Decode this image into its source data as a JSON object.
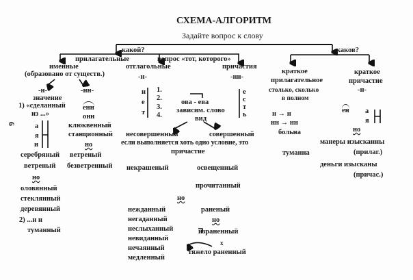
{
  "title": "СХЕМА-АЛГОРИТМ",
  "subtitle": "Задайте вопрос к слову",
  "page_number": "6",
  "q_kakoy": "какой?",
  "q_kakov": "каков?",
  "adj": {
    "label": "прилагательные",
    "named": "именные",
    "named_note": "(образовано от существ.)",
    "n": {
      "suffix": "-н-",
      "meaning": "значение",
      "item1": "1) «сделанный",
      "item1b": "из ...»",
      "a": "а",
      "ya": "я",
      "i": "и",
      "ex1": "серебряный",
      "ex2": "ветреный",
      "but": "но",
      "exc": [
        "оловянный",
        "стеклянный",
        "деревянный"
      ],
      "item2": "2) ...н н",
      "ex3": "туманный"
    },
    "nn": {
      "suffix": "-нн-",
      "enn": "енн",
      "onn": "онн",
      "ex": [
        "клюквенный",
        "станционный"
      ],
      "but": "но",
      "exc": [
        "ветреный",
        "безветренный"
      ]
    }
  },
  "verbal": {
    "question": "вопрос «тот, которого»",
    "label": "отглагольные",
    "suffix": "-н-",
    "net": [
      "н",
      "е",
      "т"
    ],
    "conditions": [
      "1.",
      "2.",
      "3.",
      "4."
    ],
    "ova": "ова - ева",
    "dep": "зависим. слово",
    "vid": "вид",
    "imperf": "несовершенный",
    "perf": "совершенный",
    "rule": "если выполняется хоть одно условие, это",
    "rule2": "причастие",
    "ex_left": "некрашеный",
    "ex_right": [
      "освещенный",
      "прочитанный"
    ],
    "but": "но",
    "exc": [
      "нежданный",
      "негаданный",
      "неслыханный",
      "невиданный",
      "нечаянный",
      "медленный"
    ],
    "ranen": "раненый",
    "but2": "но",
    "izranen": "израненный",
    "tyazh": "тяжело раненный",
    "x": "х"
  },
  "participles": {
    "label": "причастия",
    "suffix": "-нн-",
    "est": [
      "е",
      "с",
      "т",
      "ь"
    ]
  },
  "short_adj": {
    "label": "краткое",
    "label2": "прилагательное",
    "rule": "столько, сколько",
    "rule2": "в полном",
    "r1": "н → н",
    "r2": "нн → нн",
    "ex1": "больна",
    "ex2": "туманна"
  },
  "short_part": {
    "label": "краткое",
    "label2": "причастие",
    "suffix": "-н-",
    "en": "ен",
    "a": "а",
    "ya": "я",
    "but": "но",
    "ex1": "манеры изысканны",
    "ex1n": "(прилаг.)",
    "ex2": "деньги изысканы",
    "ex2n": "(причас.)"
  }
}
